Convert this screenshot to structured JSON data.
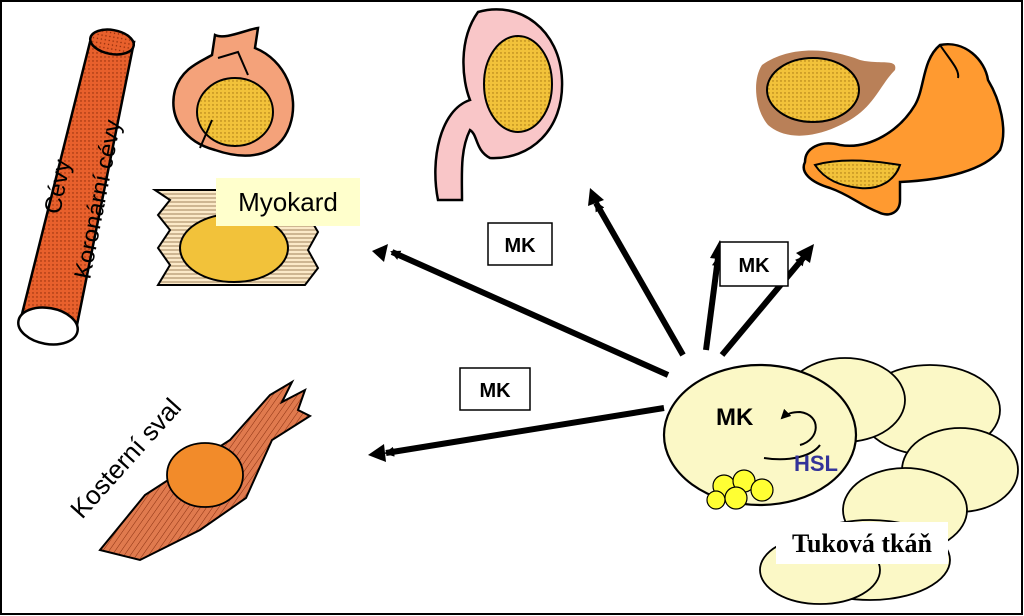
{
  "labels": {
    "vessels_line1": "Cévy",
    "vessels_line2": "Koronární cévy",
    "myocardium": "Myokard",
    "skeletal_muscle": "Kosterní sval",
    "mk_kidney": "MK",
    "mk_liver": "MK",
    "mk_muscle": "MK",
    "mk_adipose": "MK",
    "hsl": "HSL",
    "adipose_tissue": "Tuková tkáň"
  },
  "colors": {
    "vessel": "#e8602c",
    "heart": "#f4a27a",
    "nucleus": "#f2c23a",
    "kidney": "#f9c6c8",
    "liver": "#b98058",
    "stomach": "#ff9a30",
    "muscle": "#e07a4e",
    "fat": "#fbf8c6",
    "fat_droplet": "#ffff33",
    "hsl_text": "#333399",
    "myokard_box": "#ffffcc"
  }
}
